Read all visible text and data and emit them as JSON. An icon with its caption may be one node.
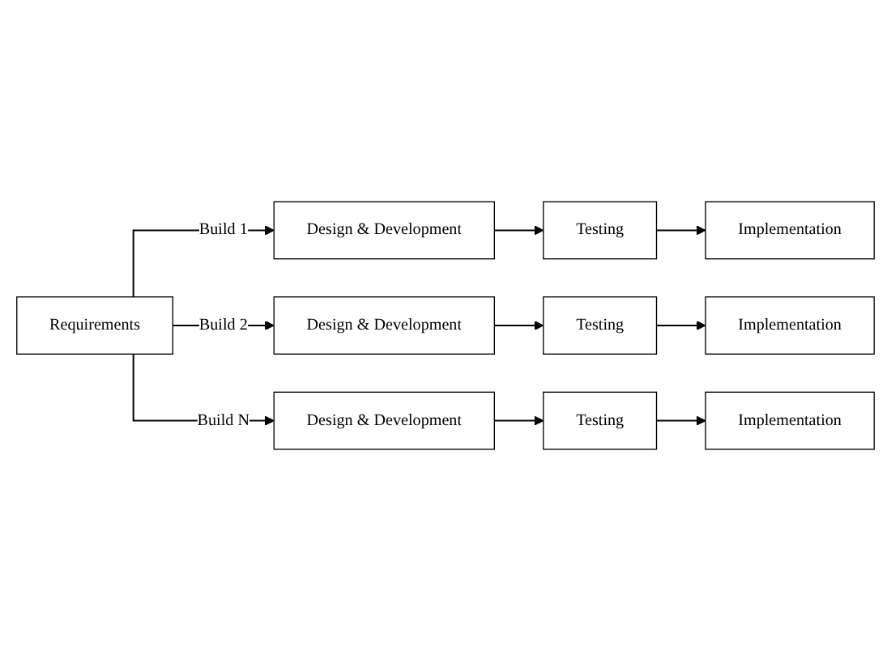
{
  "diagram": {
    "nodes": [
      {
        "text": [
          "Requirements"
        ]
      },
      {
        "text": [
          "Design & Development"
        ]
      },
      {
        "text": [
          "Testing"
        ]
      },
      {
        "text": [
          "Implementation"
        ]
      },
      {
        "text": [
          "Design & Development"
        ]
      },
      {
        "text": [
          "Testing"
        ]
      },
      {
        "text": [
          "Implementation"
        ]
      },
      {
        "text": [
          "Design & Development"
        ]
      },
      {
        "text": [
          "Testing"
        ]
      },
      {
        "text": [
          "Implementation"
        ]
      }
    ],
    "edges": [
      {
        "from": 0,
        "to": 1,
        "arrow": "to",
        "label": "Build 1"
      },
      {
        "from": 1,
        "to": 2,
        "arrow": "to"
      },
      {
        "from": 2,
        "to": 3,
        "arrow": "to"
      },
      {
        "from": 0,
        "to": 4,
        "arrow": "to",
        "label": "Build 2"
      },
      {
        "from": 4,
        "to": 5,
        "arrow": "to"
      },
      {
        "from": 5,
        "to": 6,
        "arrow": "to"
      },
      {
        "from": 0,
        "to": 7,
        "arrow": "to",
        "label": "Build N"
      },
      {
        "from": 7,
        "to": 8,
        "arrow": "to"
      },
      {
        "from": 8,
        "to": 9,
        "arrow": "to"
      }
    ]
  }
}
